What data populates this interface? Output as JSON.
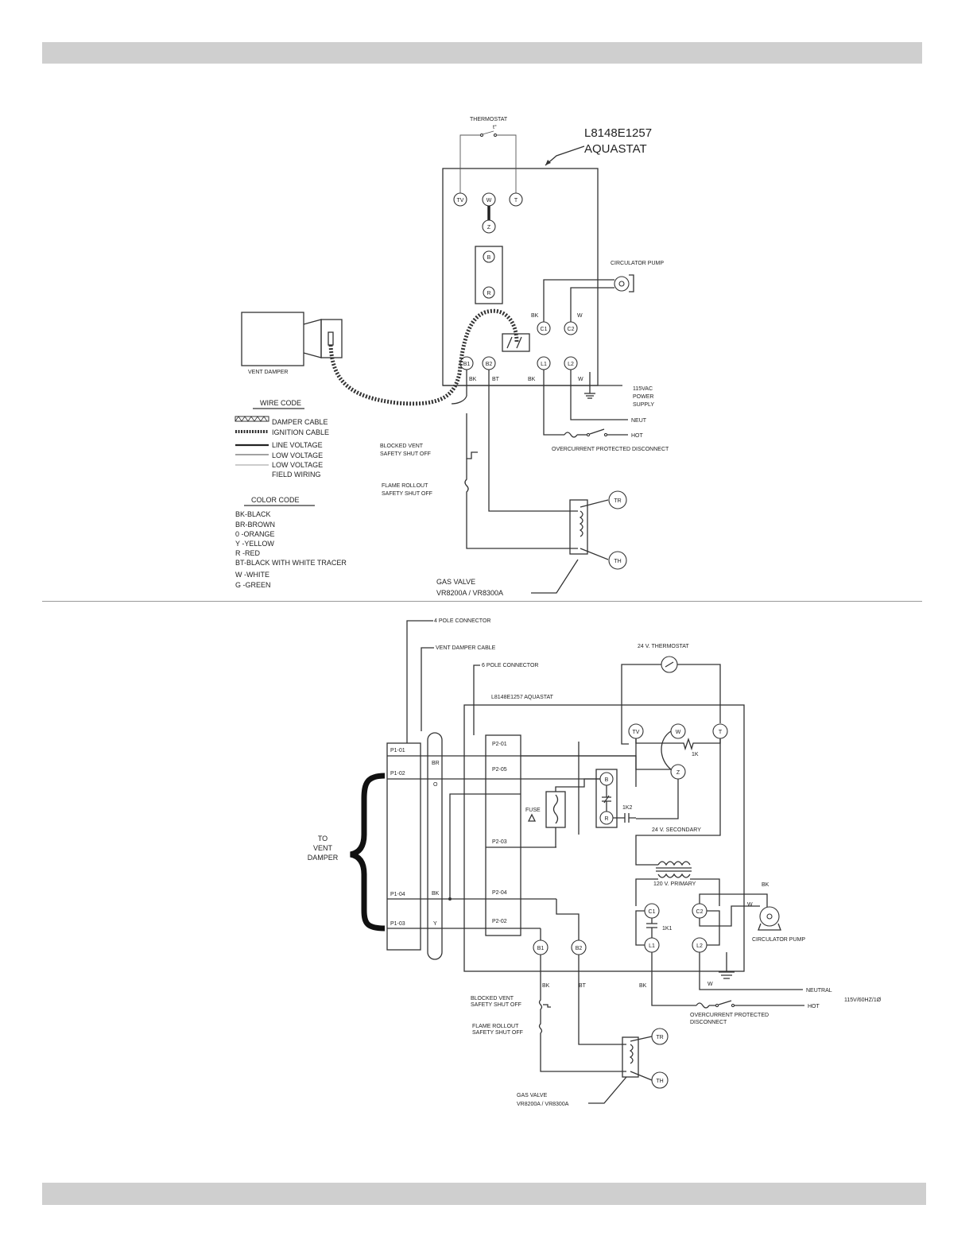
{
  "d1": {
    "title_model": "L8148E1257",
    "title_name": "AQUASTAT",
    "thermostat": "THERMOSTAT",
    "thermostat_symbol": "t°",
    "circulator_pump": "CIRCULATOR PUMP",
    "vent_damper": "VENT DAMPER",
    "power_supply_1": "115VAC",
    "power_supply_2": "POWER",
    "power_supply_3": "SUPPLY",
    "neut": "NEUT",
    "hot": "HOT",
    "disconnect": "OVERCURRENT PROTECTED DISCONNECT",
    "blocked_vent_1": "BLOCKED VENT",
    "blocked_vent_2": "SAFETY SHUT OFF",
    "flame_rollout_1": "FLAME ROLLOUT",
    "flame_rollout_2": "SAFETY SHUT OFF",
    "gas_valve_1": "GAS   VALVE",
    "gas_valve_2": "VR8200A / VR8300A",
    "terminals": {
      "tv": "TV",
      "w": "W",
      "t": "T",
      "z": "Z",
      "b": "B",
      "r": "R",
      "c1": "C1",
      "c2": "C2",
      "b1": "B1",
      "b2": "B2",
      "l1": "L1",
      "l2": "L2",
      "tr": "TR",
      "th": "TH"
    },
    "wires": {
      "bk": "BK",
      "w": "W",
      "bt": "BT"
    },
    "wire_code": {
      "heading": "WIRE CODE",
      "items": [
        "DAMPER CABLE",
        "IGNITION CABLE",
        "LINE VOLTAGE",
        "LOW VOLTAGE",
        "LOW VOLTAGE",
        "FIELD WIRING"
      ]
    },
    "color_code": {
      "heading": "COLOR CODE",
      "items": [
        "BK-BLACK",
        "BR-BROWN",
        "0 -ORANGE",
        "Y -YELLOW",
        "R -RED",
        "BT-BLACK WITH WHITE TRACER",
        "W -WHITE",
        "G -GREEN"
      ]
    }
  },
  "d2": {
    "four_pole": "4 POLE CONNECTOR",
    "vent_damper_cable": "VENT DAMPER CABLE",
    "six_pole": "6 POLE CONNECTOR",
    "aquastat": "L8148E1257 AQUASTAT",
    "thermostat_24v": "24 V. THERMOSTAT",
    "to_vent_damper": [
      "TO",
      "VENT",
      "DAMPER"
    ],
    "fuse": "FUSE",
    "secondary": "24 V. SECONDARY",
    "primary": "120 V. PRIMARY",
    "circulator_pump": "CIRCULATOR PUMP",
    "neutral": "NEUTRAL",
    "hot": "HOT",
    "supply": "115V/60HZ/1Ø",
    "disconnect_1": "OVERCURRENT PROTECTED",
    "disconnect_2": "DISCONNECT",
    "blocked_vent_1": "BLOCKED VENT",
    "blocked_vent_2": "SAFETY SHUT OFF",
    "flame_rollout_1": "FLAME ROLLOUT",
    "flame_rollout_2": "SAFETY SHUT OFF",
    "gas_valve_1": "GAS   VALVE",
    "gas_valve_2": "VR8200A / VR8300A",
    "p1": [
      "P1-01",
      "P1-02",
      "P1-04",
      "P1-03"
    ],
    "p2": [
      "P2-01",
      "P2-05",
      "P2-03",
      "P2-04",
      "P2-02"
    ],
    "colors": {
      "br": "BR",
      "o": "O",
      "bk": "BK",
      "y": "Y",
      "bt": "BT",
      "w": "W"
    },
    "terminals": {
      "tv": "TV",
      "w": "W",
      "t": "T",
      "z": "Z",
      "b": "B",
      "r": "R",
      "c1": "C1",
      "c2": "C2",
      "b1": "B1",
      "b2": "B2",
      "l1": "L1",
      "l2": "L2",
      "tr": "TR",
      "th": "TH"
    },
    "relay_1k": "1K",
    "relay_1k2": "1K2",
    "relay_1k1": "1K1"
  }
}
